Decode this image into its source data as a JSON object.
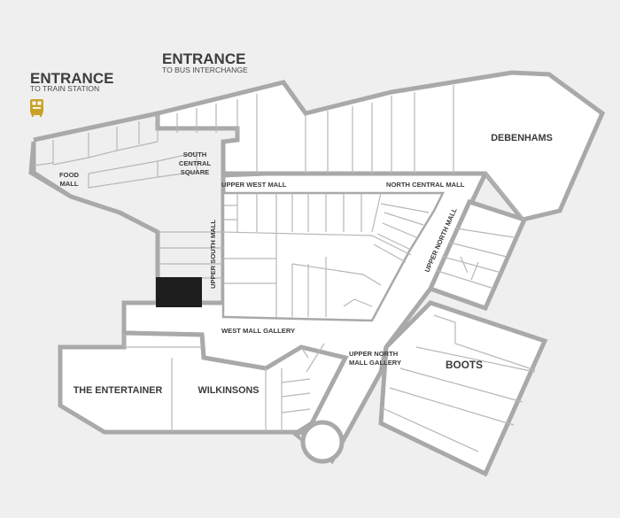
{
  "entrances": {
    "bus": {
      "title": "ENTRANCE",
      "subtitle": "TO BUS INTERCHANGE"
    },
    "train": {
      "title": "ENTRANCE",
      "subtitle": "TO TRAIN STATION",
      "icon": "train-icon"
    }
  },
  "areas": {
    "food_mall": [
      "FOOD",
      "MALL"
    ],
    "south_central_square": [
      "SOUTH",
      "CENTRAL",
      "SQUARE"
    ],
    "upper_west_mall": "UPPER WEST MALL",
    "north_central_mall": "NORTH CENTRAL MALL",
    "upper_north_mall": "UPPER NORTH MALL",
    "upper_south_mall": "UPPER SOUTH MALL",
    "west_mall_gallery": "WEST MALL GALLERY",
    "upper_north_mall_gallery": [
      "UPPER NORTH",
      "MALL GALLERY"
    ]
  },
  "stores": {
    "debenhams": "DEBENHAMS",
    "boots": "BOOTS",
    "the_entertainer": "THE ENTERTAINER",
    "wilkinsons": "WILKINSONS"
  },
  "highlighted_unit": {
    "color": "#1e1e1e"
  },
  "colors": {
    "background": "#efefef",
    "unit_fill": "#ffffff",
    "outline": "#a9a9a9",
    "text": "#3a3a3a",
    "train_icon": "#c9a227"
  }
}
